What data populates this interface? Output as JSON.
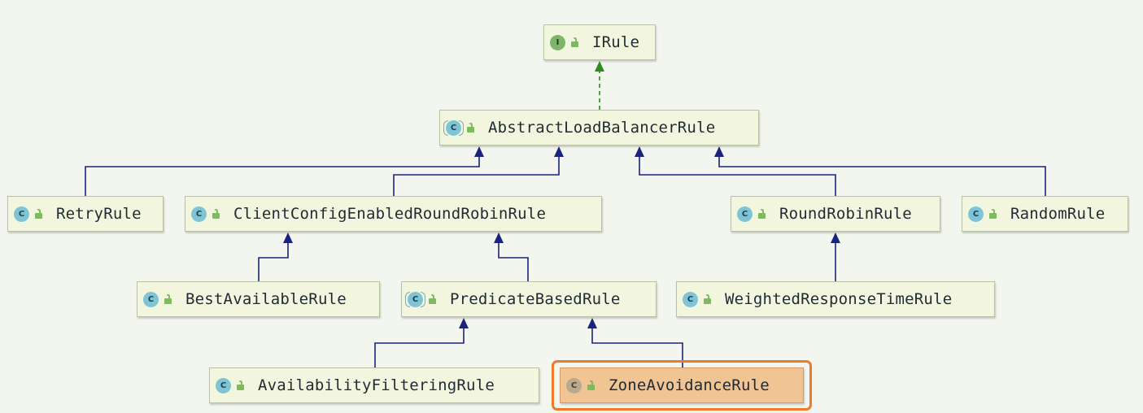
{
  "diagram": {
    "nodes": [
      {
        "id": "IRule",
        "label": "IRule",
        "kind": "interface",
        "icon_letter": "I",
        "selected": false
      },
      {
        "id": "AbstractLoadBalancerRule",
        "label": "AbstractLoadBalancerRule",
        "kind": "abstract",
        "icon_letter": "C",
        "selected": false
      },
      {
        "id": "RetryRule",
        "label": "RetryRule",
        "kind": "class",
        "icon_letter": "C",
        "selected": false
      },
      {
        "id": "ClientConfigEnabledRoundRobinRule",
        "label": "ClientConfigEnabledRoundRobinRule",
        "kind": "class",
        "icon_letter": "C",
        "selected": false
      },
      {
        "id": "RoundRobinRule",
        "label": "RoundRobinRule",
        "kind": "class",
        "icon_letter": "C",
        "selected": false
      },
      {
        "id": "RandomRule",
        "label": "RandomRule",
        "kind": "class",
        "icon_letter": "C",
        "selected": false
      },
      {
        "id": "BestAvailableRule",
        "label": "BestAvailableRule",
        "kind": "class",
        "icon_letter": "C",
        "selected": false
      },
      {
        "id": "PredicateBasedRule",
        "label": "PredicateBasedRule",
        "kind": "abstract",
        "icon_letter": "C",
        "selected": false
      },
      {
        "id": "WeightedResponseTimeRule",
        "label": "WeightedResponseTimeRule",
        "kind": "class",
        "icon_letter": "C",
        "selected": false
      },
      {
        "id": "AvailabilityFilteringRule",
        "label": "AvailabilityFilteringRule",
        "kind": "class",
        "icon_letter": "C",
        "selected": false
      },
      {
        "id": "ZoneAvoidanceRule",
        "label": "ZoneAvoidanceRule",
        "kind": "class",
        "icon_letter": "C",
        "selected": true
      }
    ],
    "edges": [
      {
        "from": "AbstractLoadBalancerRule",
        "to": "IRule",
        "type": "implements"
      },
      {
        "from": "RetryRule",
        "to": "AbstractLoadBalancerRule",
        "type": "extends"
      },
      {
        "from": "ClientConfigEnabledRoundRobinRule",
        "to": "AbstractLoadBalancerRule",
        "type": "extends"
      },
      {
        "from": "RoundRobinRule",
        "to": "AbstractLoadBalancerRule",
        "type": "extends"
      },
      {
        "from": "RandomRule",
        "to": "AbstractLoadBalancerRule",
        "type": "extends"
      },
      {
        "from": "BestAvailableRule",
        "to": "ClientConfigEnabledRoundRobinRule",
        "type": "extends"
      },
      {
        "from": "PredicateBasedRule",
        "to": "ClientConfigEnabledRoundRobinRule",
        "type": "extends"
      },
      {
        "from": "WeightedResponseTimeRule",
        "to": "RoundRobinRule",
        "type": "extends"
      },
      {
        "from": "AvailabilityFilteringRule",
        "to": "PredicateBasedRule",
        "type": "extends"
      },
      {
        "from": "ZoneAvoidanceRule",
        "to": "PredicateBasedRule",
        "type": "extends"
      }
    ],
    "colors": {
      "extends_edge": "#1a237e",
      "implements_edge": "#2e8b1e",
      "node_fill": "#f3f6de",
      "selected_fill": "#f1c493",
      "selection_ring": "#ee7a2b"
    }
  }
}
